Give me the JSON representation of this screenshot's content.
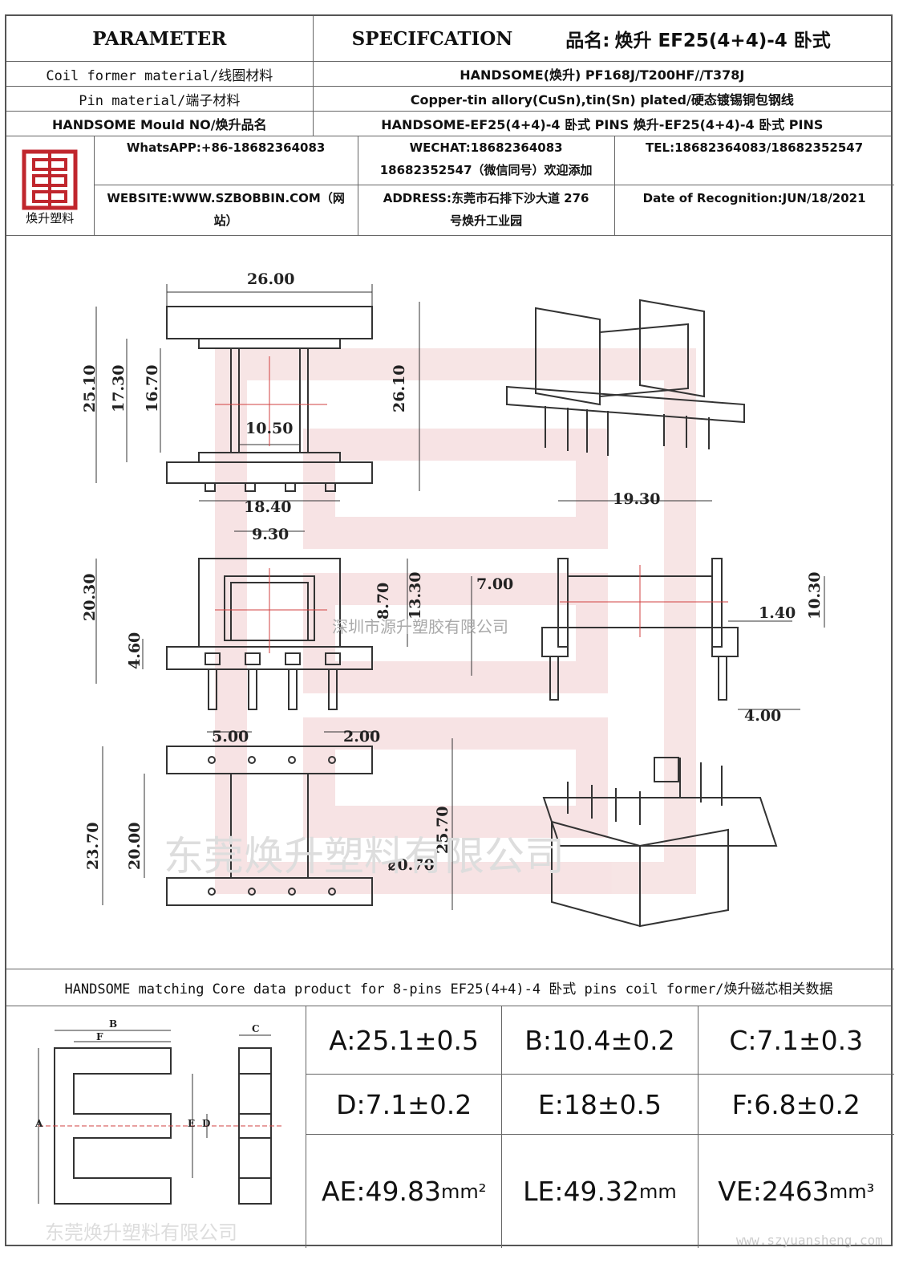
{
  "header": {
    "parameter": "PARAMETER",
    "specification": "SPECIFCATION",
    "product_name_label": "品名:",
    "product_name_value": "焕升 EF25(4+4)-4 卧式"
  },
  "spec_rows": [
    {
      "label": "Coil former material/线圈材料",
      "value": "HANDSOME(焕升)  PF168J/T200HF//T378J"
    },
    {
      "label": "Pin material/端子材料",
      "value": "Copper-tin allory(CuSn),tin(Sn) plated/硬态镀锡铜包钢线"
    },
    {
      "label": "HANDSOME Mould NO/焕升品名",
      "value": "HANDSOME-EF25(4+4)-4 卧式  PINS   焕升-EF25(4+4)-4 卧式  PINS"
    }
  ],
  "company": {
    "logo_text": "焕升塑料",
    "whatsapp": "WhatsAPP:+86-18682364083",
    "wechat_line1": "WECHAT:18682364083",
    "wechat_line2": "18682352547（微信同号）欢迎添加",
    "tel": "TEL:18682364083/18682352547",
    "website_line1": "WEBSITE:WWW.SZBOBBIN.COM（网",
    "website_line2": "站）",
    "address_line1": "ADDRESS:东莞市石排下沙大道 276",
    "address_line2": "号焕升工业园",
    "date": "Date of Recognition:JUN/18/2021"
  },
  "drawing": {
    "dims": {
      "A": "26.00",
      "B": "25.10",
      "C": "17.30",
      "D": "16.70",
      "E": "10.50",
      "F": "26.10",
      "G": "18.40",
      "H": "9.30",
      "I": "20.30",
      "J": "4.60",
      "K": "8.70",
      "L": "13.30",
      "M": "7.00",
      "N": "19.30",
      "O": "1.40",
      "P": "10.30",
      "Q": "4.00",
      "R": "5.00",
      "S": "2.00",
      "T": "23.70",
      "U": "20.00",
      "V": "⌀0.70",
      "W": "25.70"
    },
    "watermark_small": "深圳市源升塑胶有限公司",
    "watermark_large": "东莞焕升塑料有限公司"
  },
  "core_section": {
    "title": "HANDSOME matching Core data  product for 8-pins EF25(4+4)-4 卧式 pins coil former/焕升磁芯相关数据",
    "core_labels": {
      "A": "A",
      "B": "B",
      "C": "C",
      "D": "D",
      "E": "E",
      "F": "F"
    },
    "values": [
      [
        "A:25.1±0.5",
        "B:10.4±0.2",
        "C:7.1±0.3"
      ],
      [
        "D:7.1±0.2",
        "E:18±0.5",
        "F:6.8±0.2"
      ]
    ],
    "params": [
      {
        "label": "AE:49.83",
        "unit": "mm²"
      },
      {
        "label": "LE:49.32",
        "unit": "mm"
      },
      {
        "label": "VE:2463",
        "unit": "mm³"
      }
    ],
    "watermark": "东莞焕升塑料有限公司",
    "website_watermark": "www.szyuansheng.com"
  }
}
